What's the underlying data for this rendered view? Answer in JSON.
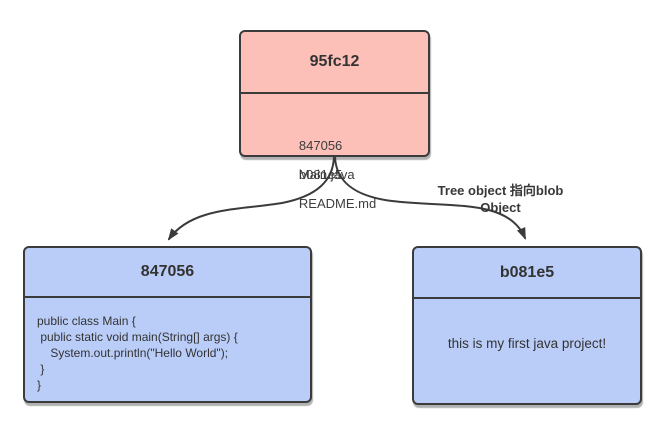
{
  "palette": {
    "tree_fill": "#fcc0b9",
    "blob_fill": "#bacdf8",
    "stroke": "#3b3b3b",
    "text": "#333333"
  },
  "tree": {
    "title": "95fc12",
    "entries": [
      {
        "hash": "847056",
        "file": "Main.java"
      },
      {
        "hash": "b081e5",
        "file": "README.md"
      }
    ]
  },
  "blob_main": {
    "title": "847056",
    "code_lines": [
      "public class Main {",
      " public static void main(String[] args) {",
      "    System.out.println(\"Hello World\");",
      " }",
      "}"
    ]
  },
  "blob_readme": {
    "title": "b081e5",
    "body": "this is my first java project!"
  },
  "edge": {
    "label_line1": "Tree object 指向blob",
    "label_line2": "Object"
  }
}
